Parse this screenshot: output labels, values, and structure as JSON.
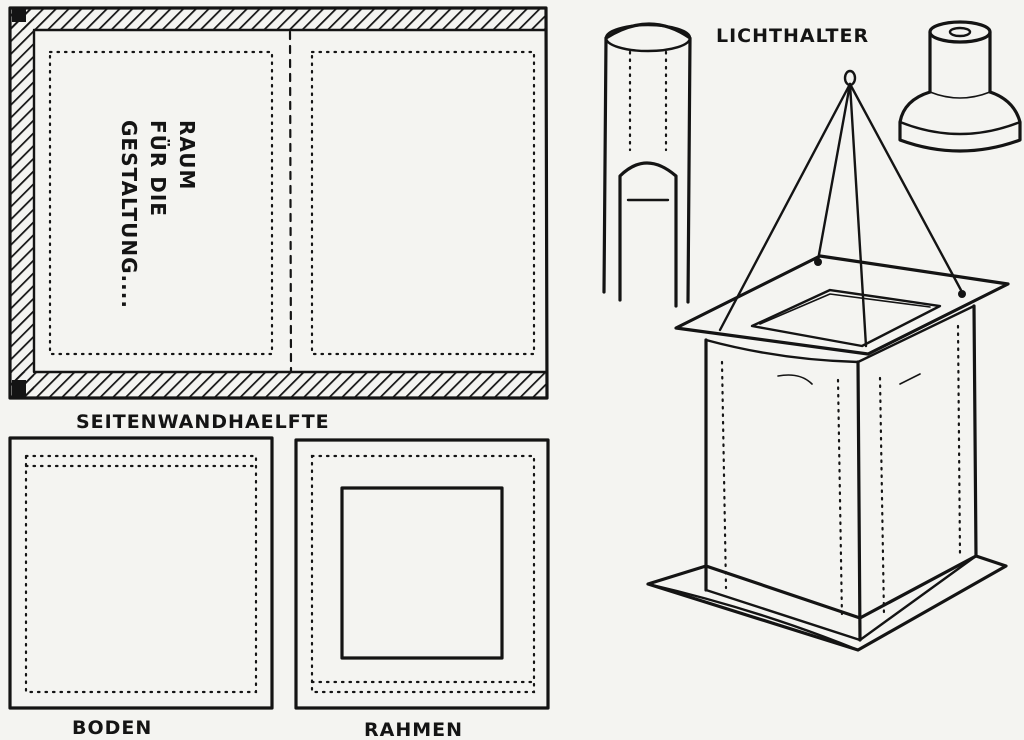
{
  "labels": {
    "side_wall_half": "SEITENWANDHAELFTE",
    "design_space_line1": "RAUM",
    "design_space_line2": "FÜR DIE",
    "design_space_line3": "GESTALTUNG....",
    "bottom": "BODEN",
    "frame": "RAHMEN",
    "candle_holder": "LICHTHALTER"
  },
  "colors": {
    "ink": "#141414",
    "paper": "#f4f4f1"
  }
}
